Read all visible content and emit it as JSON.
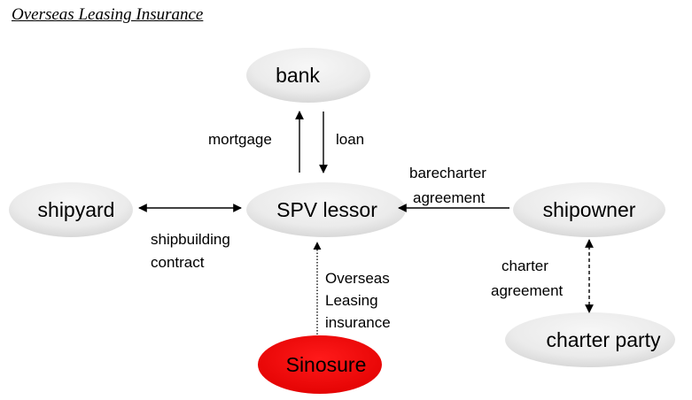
{
  "title": "Overseas Leasing Insurance",
  "nodes": {
    "bank": "bank",
    "spv_lessor": "SPV lessor",
    "shipyard": "shipyard",
    "shipowner": "shipowner",
    "charter_party": "charter party",
    "sinosure": "Sinosure"
  },
  "edges": {
    "mortgage": "mortgage",
    "loan": "loan",
    "shipbuilding_contract": [
      "shipbuilding",
      "contract"
    ],
    "barecharter_agreement": [
      "barecharter",
      "agreement"
    ],
    "charter_agreement": [
      "charter",
      "agreement"
    ],
    "overseas_leasing_insurance": [
      "Overseas",
      "Leasing",
      "insurance"
    ]
  },
  "colors": {
    "node_fill_light": "#f2f2f2",
    "node_fill_dark": "#d0d0d0",
    "sinosure_fill": "#ff0000",
    "line": "#000000"
  }
}
